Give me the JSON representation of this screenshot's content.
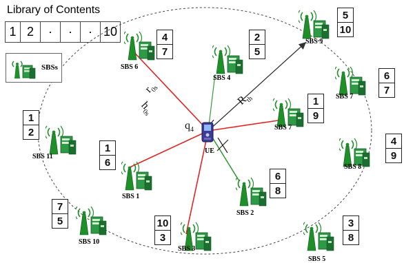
{
  "library": {
    "title": "Library of Contents",
    "cells": [
      "1",
      "2",
      "·",
      "·",
      "·",
      "10"
    ]
  },
  "legend": {
    "label": "SBSs"
  },
  "symbols": {
    "r": "r",
    "r_sub": "0s",
    "h": "h",
    "h_sub": "0s",
    "R": "R",
    "R_sub": "th",
    "q": "q",
    "q_sub": "4"
  },
  "ue_label": "UE",
  "stations": [
    {
      "label": "SBS 1",
      "cache": [
        "1",
        "6"
      ]
    },
    {
      "label": "SBS 2",
      "cache": [
        "6",
        "8"
      ]
    },
    {
      "label": "SBS 3",
      "cache": [
        "10",
        "3"
      ]
    },
    {
      "label": "SBS 4",
      "cache": [
        "2",
        "5"
      ]
    },
    {
      "label": "SBS 5",
      "cache": [
        "3",
        "8"
      ]
    },
    {
      "label": "SBS 6",
      "cache": [
        "4",
        "7"
      ]
    },
    {
      "label": "SBS 7",
      "cache": [
        "1",
        "9"
      ]
    },
    {
      "label": "SBS 7",
      "cache": [
        "6",
        "7"
      ]
    },
    {
      "label": "SBS 8",
      "cache": [
        "4",
        "9"
      ]
    },
    {
      "label": "SBS 9",
      "cache": [
        "5",
        "10"
      ]
    },
    {
      "label": "SBS 10",
      "cache": [
        "7",
        "5"
      ]
    },
    {
      "label": "SBS 11",
      "cache": [
        "1",
        "2"
      ]
    }
  ],
  "colors": {
    "antenna": "#1f8f2a",
    "server": "#2e9a46",
    "red_link": "#e32222",
    "green_link": "#3a9a3a",
    "arrow": "#333333"
  }
}
